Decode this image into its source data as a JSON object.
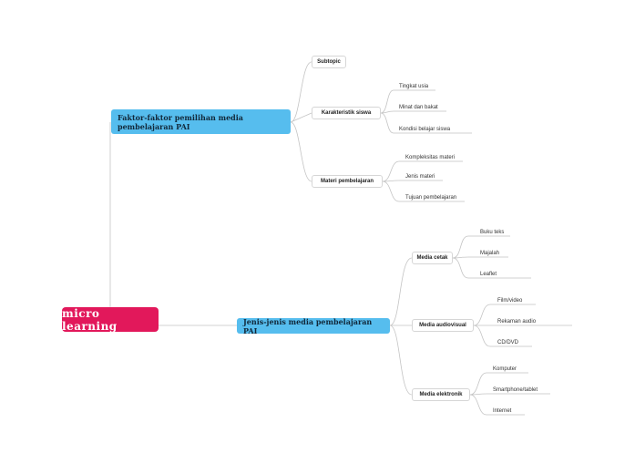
{
  "root": {
    "label": "micro learning"
  },
  "branches": [
    {
      "label": "Faktor-faktor pemilihan media pembelajaran PAI",
      "subtopics": [
        {
          "label": "Subtopic",
          "items": []
        },
        {
          "label": "Karakteristik siswa",
          "items": [
            "Tingkat usia",
            "Minat dan bakat",
            "Kondisi belajar siswa"
          ]
        },
        {
          "label": "Materi pembelajaran",
          "items": [
            "Kompleksitas materi",
            "Jenis materi",
            "Tujuan pembelajaran"
          ]
        }
      ]
    },
    {
      "label": "Jenis-jenis media pembelajaran PAI",
      "subtopics": [
        {
          "label": "Media cetak",
          "items": [
            "Buku teks",
            "Majalah",
            "Leaflet"
          ]
        },
        {
          "label": "Media audiovisual",
          "items": [
            "Film/video",
            "Rekaman audio",
            "CD/DVD"
          ]
        },
        {
          "label": "Media elektronik",
          "items": [
            "Komputer",
            "Smartphone/tablet",
            "Internet"
          ]
        }
      ]
    }
  ],
  "colors": {
    "root": "#e2185b",
    "branch": "#56bdee",
    "line": "#c4c4c4"
  }
}
